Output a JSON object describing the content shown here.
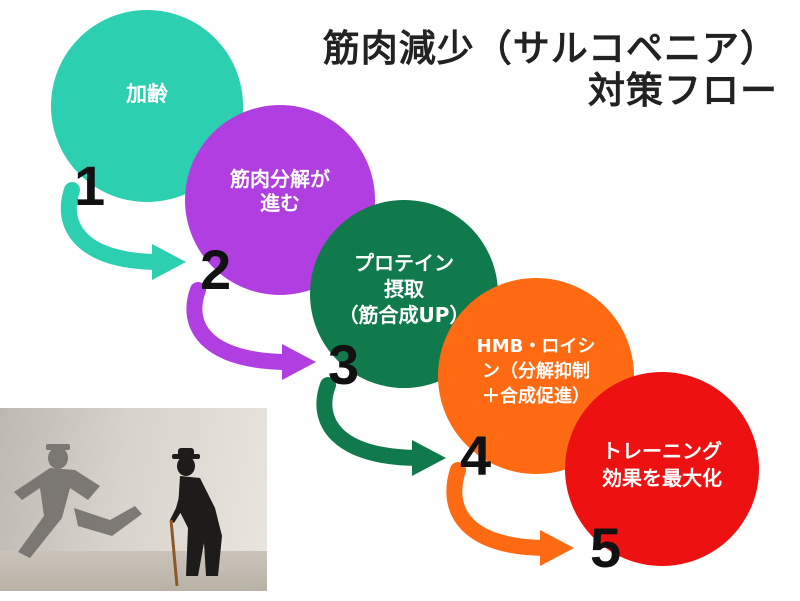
{
  "title": {
    "line1": "筋肉減少（サルコペニア）",
    "line2": "対策フロー"
  },
  "steps": [
    {
      "number": "1",
      "lines": [
        "加齢"
      ],
      "color": "#2ccfb0"
    },
    {
      "number": "2",
      "lines": [
        "筋肉分解が",
        "進む"
      ],
      "color": "#b03ee0"
    },
    {
      "number": "3",
      "lines": [
        "プロテイン",
        "摂取",
        "（筋合成UP）"
      ],
      "color": "#117a4c"
    },
    {
      "number": "4",
      "lines": [
        "HMB・ロイシ",
        "ン（分解抑制",
        "＋合成促進）"
      ],
      "color": "#ff6a12"
    },
    {
      "number": "5",
      "lines": [
        "トレーニング",
        "効果を最大化"
      ],
      "color": "#ee1111"
    }
  ],
  "photo": {
    "icon": "elderly-man-with-cane-and-running-shadow"
  }
}
